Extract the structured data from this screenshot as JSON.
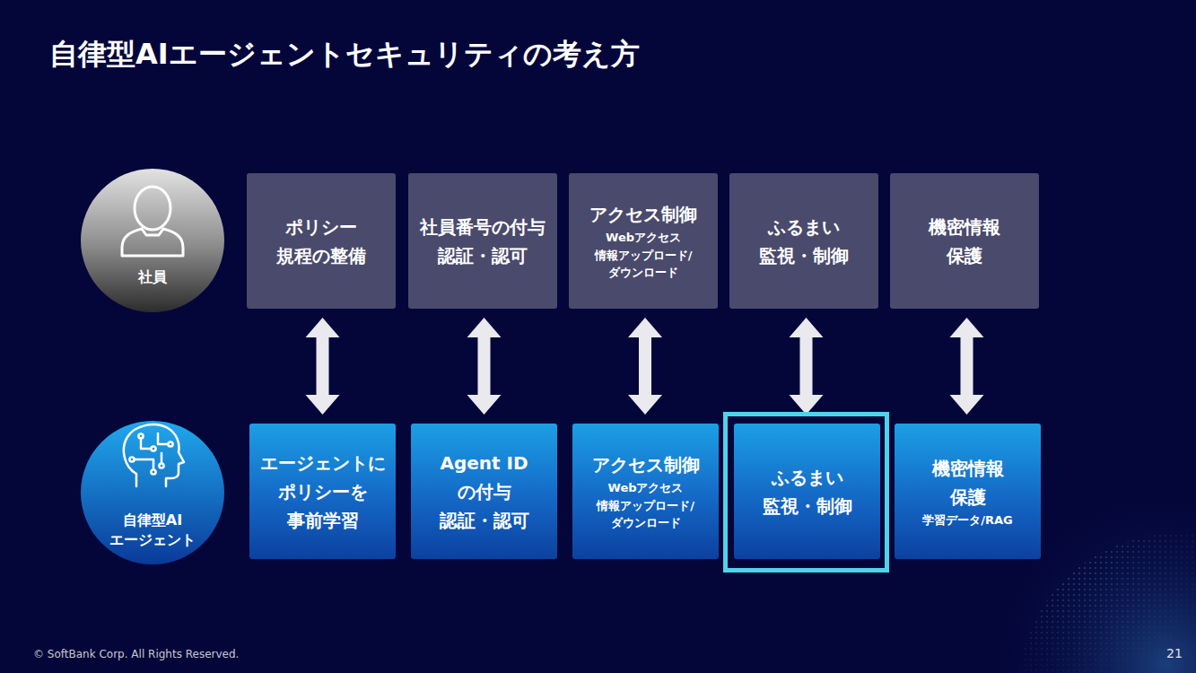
{
  "diagram": {
    "title": "自律型AIエージェントセキュリティの考え方",
    "nodes": [
      {
        "text": [
          "社員"
        ]
      },
      {
        "text": [
          "ポリシー 規程の整備"
        ]
      },
      {
        "text": [
          "社員番号の付与 認証・認可"
        ]
      },
      {
        "text": [
          "アクセス制御",
          "Webアクセス 情報アップロード/ ダウンロード"
        ]
      },
      {
        "text": [
          "ふるまい 監視・制御"
        ]
      },
      {
        "text": [
          "機密情報 保護"
        ]
      },
      {
        "text": [
          "自律型AI エージェント"
        ]
      },
      {
        "text": [
          "エージェントに ポリシーを 事前学習"
        ]
      },
      {
        "text": [
          "Agent ID の付与 認証・認可"
        ]
      },
      {
        "text": [
          "アクセス制御",
          "Webアクセス 情報アップロード/ ダウンロード"
        ]
      },
      {
        "text": [
          "ふるまい 監視・制御"
        ]
      },
      {
        "text": [
          "機密情報 保護",
          "学習データ/RAG"
        ]
      }
    ],
    "edges": [
      {
        "from": 1,
        "to": 7,
        "arrow": "both"
      },
      {
        "from": 2,
        "to": 8,
        "arrow": "both"
      },
      {
        "from": 3,
        "to": 9,
        "arrow": "both"
      },
      {
        "from": 4,
        "to": 10,
        "arrow": "both"
      },
      {
        "from": 5,
        "to": 11,
        "arrow": "both"
      }
    ],
    "labels": [
      "© SoftBank Corp. All Rights Reserved.",
      "21"
    ]
  }
}
